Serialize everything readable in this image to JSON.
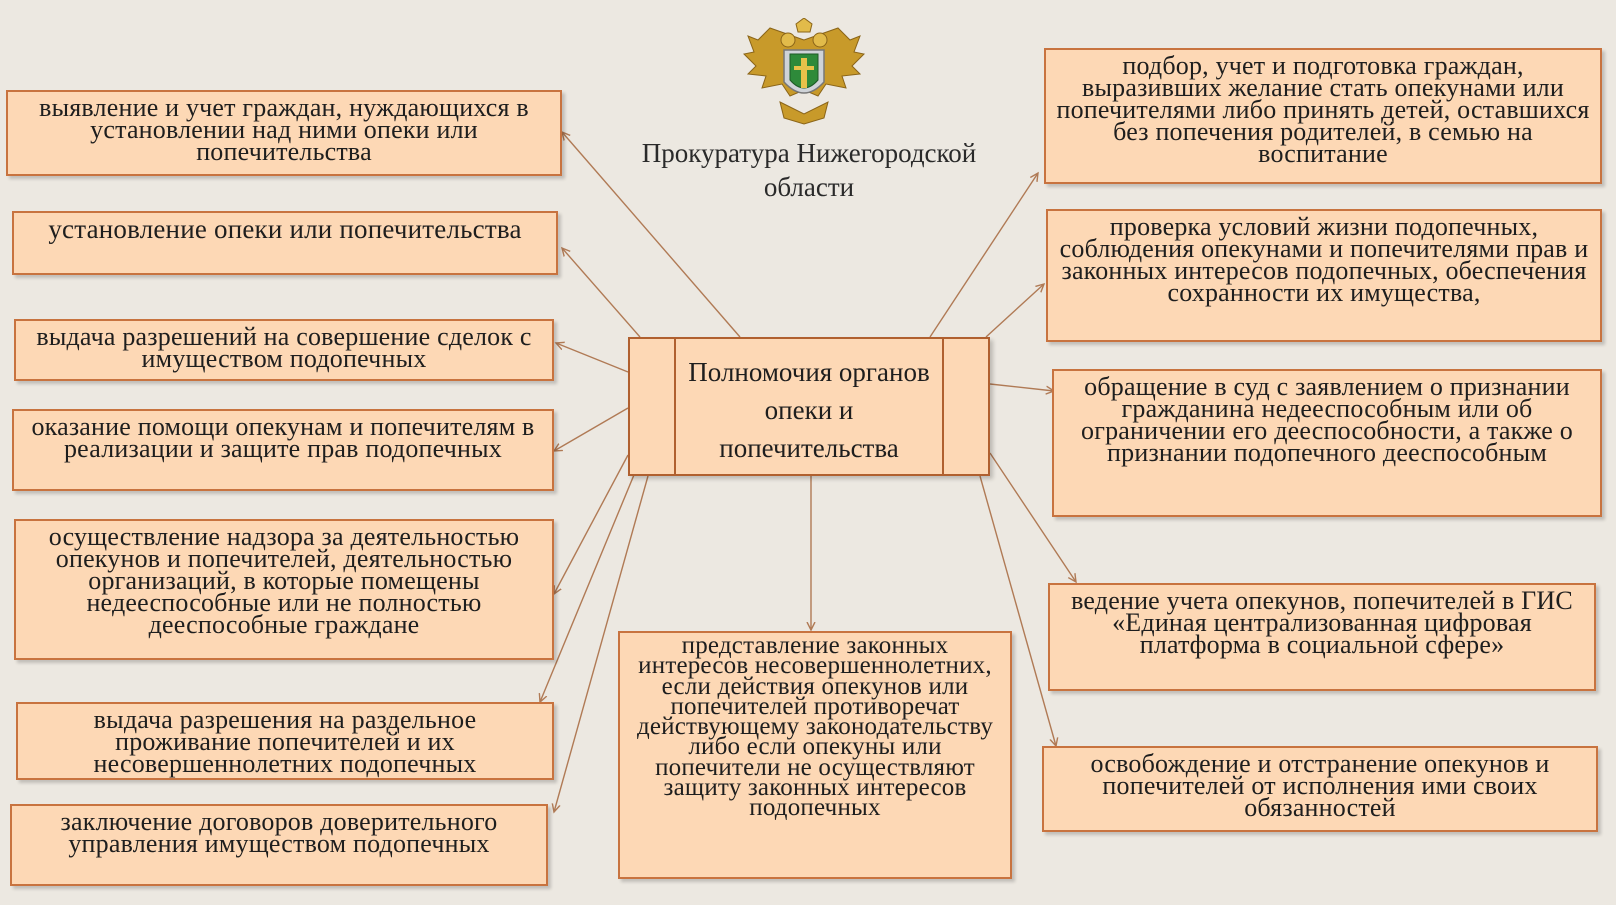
{
  "organization": "Прокуратура Нижегородской области",
  "center_title": "Полномочия органов опеки и попечительства",
  "left_items": [
    "выявление и учет граждан, нуждающихся в установлении над ними опеки или попечительства",
    "установление опеки или попечительства",
    "выдача разрешений на совершение сделок с имуществом подопечных",
    "оказание помощи опекунам и попечителям в реализации и защите прав подопечных",
    "осуществление надзора за деятельностью опекунов и попечителей, деятельностью организаций, в которые помещены недееспособные или не полностью дееспособные граждане",
    "выдача разрешения на раздельное проживание попечителей и их несовершеннолетних подопечных",
    "заключение договоров доверительного управления имуществом подопечных"
  ],
  "bottom_item": "представление законных интересов несовершеннолетних, если действия опекунов или попечителей противоречат действующему законодательству либо если опекуны или попечители не осуществляют защиту законных интересов подопечных",
  "right_items": [
    "подбор, учет и подготовка граждан, выразивших желание стать опекунами или попечителями либо принять детей, оставшихся без попечения родителей, в семью на воспитание",
    "проверка условий жизни подопечных, соблюдения опекунами и попечителями прав и законных интересов подопечных, обеспечения сохранности их имущества,",
    "обращение в суд с заявлением о признании гражданина недееспособным или об ограничении его дееспособности, а также о признании подопечного дееспособным",
    "ведение учета опекунов, попечителей в ГИС «Единая централизованная цифровая платформа в социальной сфере»",
    "освобождение и отстранение опекунов и попечителей от исполнения ими своих обязанностей"
  ],
  "colors": {
    "background": "#ece8e1",
    "box_fill": "#fdd8b5",
    "box_border": "#c8733f",
    "connector": "#b07a55"
  },
  "icons": [
    "double-headed-eagle-emblem"
  ]
}
